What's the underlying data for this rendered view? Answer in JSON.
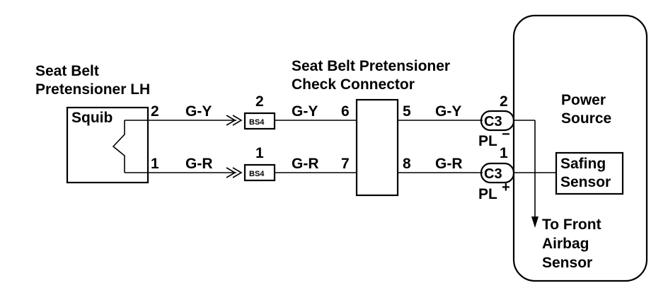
{
  "pretensioner": {
    "title_line1": "Seat Belt",
    "title_line2": "Pretensioner LH",
    "squib_label": "Squib",
    "pin_top": "2",
    "pin_bottom": "1"
  },
  "wires": {
    "top_color": "G-Y",
    "bottom_color": "G-R"
  },
  "bs4_connectors": {
    "top_pin": "2",
    "bottom_pin": "1",
    "label": "BS4"
  },
  "check_connector": {
    "title_line1": "Seat Belt Pretensioner",
    "title_line2": "Check Connector",
    "pin_left_top": "6",
    "pin_left_bottom": "7",
    "pin_right_top": "5",
    "pin_right_bottom": "8"
  },
  "c3_connectors": {
    "label": "C3",
    "top_pin": "2",
    "bottom_pin": "1",
    "top_terminal": "PL",
    "top_sign": "−",
    "bottom_terminal": "PL",
    "bottom_sign": "+"
  },
  "airbag_unit": {
    "power_line1": "Power",
    "power_line2": "Source",
    "safing_line1": "Safing",
    "safing_line2": "Sensor",
    "front_line1": "To Front",
    "front_line2": "Airbag",
    "front_line3": "Sensor"
  }
}
